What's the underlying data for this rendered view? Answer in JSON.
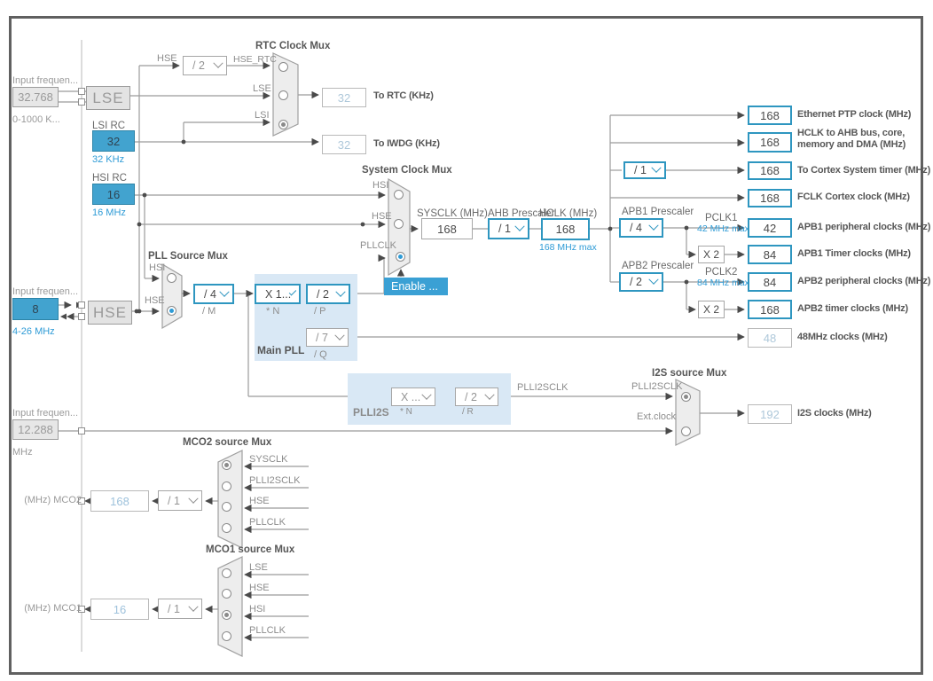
{
  "colors": {
    "accent": "#3aa0d4",
    "panel_blue": "#d9e8f5",
    "caption_blue": "#2e9bd6",
    "dim_value": "#aec8da"
  },
  "left": {
    "freq1": {
      "label": "Input frequen...",
      "value": "32.768",
      "caption": "0-1000 K..."
    },
    "lse_block": "LSE",
    "lsi": {
      "label": "LSI RC",
      "value": "32",
      "caption": "32 KHz"
    },
    "hsi": {
      "label": "HSI RC",
      "value": "16",
      "caption": "16 MHz"
    },
    "freq2": {
      "label": "Input frequen...",
      "value": "8",
      "caption": "4-26 MHz"
    },
    "hse_block": "HSE",
    "freq3": {
      "label": "Input frequen...",
      "value": "12.288",
      "caption": "MHz"
    }
  },
  "rtc": {
    "title": "RTC Clock Mux",
    "hse": "HSE",
    "div": "/ 2",
    "hse_rtc": "HSE_RTC",
    "lse": "LSE",
    "lsi": "LSI",
    "rtc_value": "32",
    "rtc_label": "To RTC (KHz)",
    "iwdg_value": "32",
    "iwdg_label": "To IWDG (KHz)"
  },
  "sysmux": {
    "title": "System Clock Mux",
    "hsi": "HSI",
    "hse": "HSE",
    "pllclk": "PLLCLK",
    "enable": "Enable ..."
  },
  "sys": {
    "sysclk_label": "SYSCLK (MHz)",
    "sysclk": "168",
    "ahb_label": "AHB Prescaler",
    "ahb": "/ 1",
    "hclk_label": "HCLK (MHz)",
    "hclk": "168",
    "hclk_max": "168 MHz max"
  },
  "pllmux": {
    "title": "PLL Source Mux",
    "hsi": "HSI",
    "hse": "HSE",
    "m": "/ 4",
    "m_label": "/ M"
  },
  "mainpll": {
    "title": "Main PLL",
    "n": "X 1...",
    "n_label": "* N",
    "p": "/ 2",
    "p_label": "/ P",
    "q": "/ 7",
    "q_label": "/ Q"
  },
  "plli2s": {
    "title": "PLLI2S",
    "n": "X ...",
    "n_label": "* N",
    "r": "/ 2",
    "r_label": "/ R",
    "clk": "PLLI2SCLK"
  },
  "i2smux": {
    "title": "I2S source Mux",
    "in1": "PLLI2SCLK",
    "in2": "Ext.clock",
    "value": "192",
    "label": "I2S clocks (MHz)"
  },
  "right": {
    "eth": {
      "value": "168",
      "label": "Ethernet PTP clock (MHz)"
    },
    "ahbbus": {
      "value": "168",
      "label1": "HCLK to AHB bus, core,",
      "label2": "memory and DMA (MHz)"
    },
    "cortex_div": "/ 1",
    "cortex": {
      "value": "168",
      "label": "To Cortex System timer (MHz)"
    },
    "fclk": {
      "value": "168",
      "label": "FCLK Cortex clock (MHz)"
    },
    "apb1": {
      "presc_label": "APB1 Prescaler",
      "presc": "/ 4",
      "pclk": "PCLK1",
      "max": "42 MHz max",
      "value": "42",
      "label": "APB1 peripheral clocks (MHz)",
      "x2": "X 2",
      "tvalue": "84",
      "tlabel": "APB1 Timer clocks (MHz)"
    },
    "apb2": {
      "presc_label": "APB2 Prescaler",
      "presc": "/ 2",
      "pclk": "PCLK2",
      "max": "84 MHz max",
      "value": "84",
      "label": "APB2 peripheral clocks (MHz)",
      "x2": "X 2",
      "tvalue": "168",
      "tlabel": "APB2 timer clocks (MHz)"
    },
    "clk48": {
      "value": "48",
      "label": "48MHz clocks (MHz)"
    }
  },
  "mco2": {
    "title": "MCO2 source Mux",
    "inputs": [
      "SYSCLK",
      "PLLI2SCLK",
      "HSE",
      "PLLCLK"
    ],
    "div": "/ 1",
    "value": "168",
    "label": "(MHz) MCO2"
  },
  "mco1": {
    "title": "MCO1 source Mux",
    "inputs": [
      "LSE",
      "HSE",
      "HSI",
      "PLLCLK"
    ],
    "div": "/ 1",
    "value": "16",
    "label": "(MHz) MCO1"
  }
}
